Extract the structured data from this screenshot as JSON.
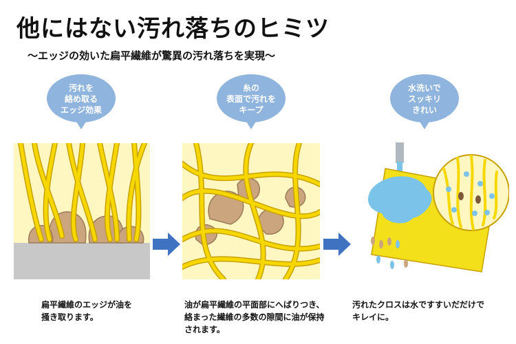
{
  "title": "他にはない汚れ落ちのヒミツ",
  "subtitle": "〜エッジの効いた扁平繊維が驚異の汚れ落ちを実現〜",
  "steps": [
    {
      "bubble_lines": [
        "汚れを",
        "絡め取る",
        "エッジ効果"
      ],
      "caption_lines": [
        "扁平繊維のエッジが油を",
        "掻き取ります。"
      ]
    },
    {
      "bubble_lines": [
        "糸の",
        "表面で汚れを",
        "キープ"
      ],
      "caption_lines": [
        "油が扁平繊維の平面部にへばりつき、",
        "絡まった繊維の多数の隙間に油が保持",
        "されます。"
      ]
    },
    {
      "bubble_lines": [
        "水洗いで",
        "スッキリ",
        "きれい"
      ],
      "caption_lines": [
        "汚れたクロスは水ですすいだだけで",
        "キレイに。"
      ]
    }
  ],
  "colors": {
    "bubble": "#8fb4dd",
    "fiber": "#f6d800",
    "fiber_edge": "#c8a000",
    "dirt": "#caa57e",
    "arrow": "#3f72c0",
    "surface": "#c8c8c8",
    "cloth": "#f3df1a",
    "water": "#7cc3ea"
  }
}
